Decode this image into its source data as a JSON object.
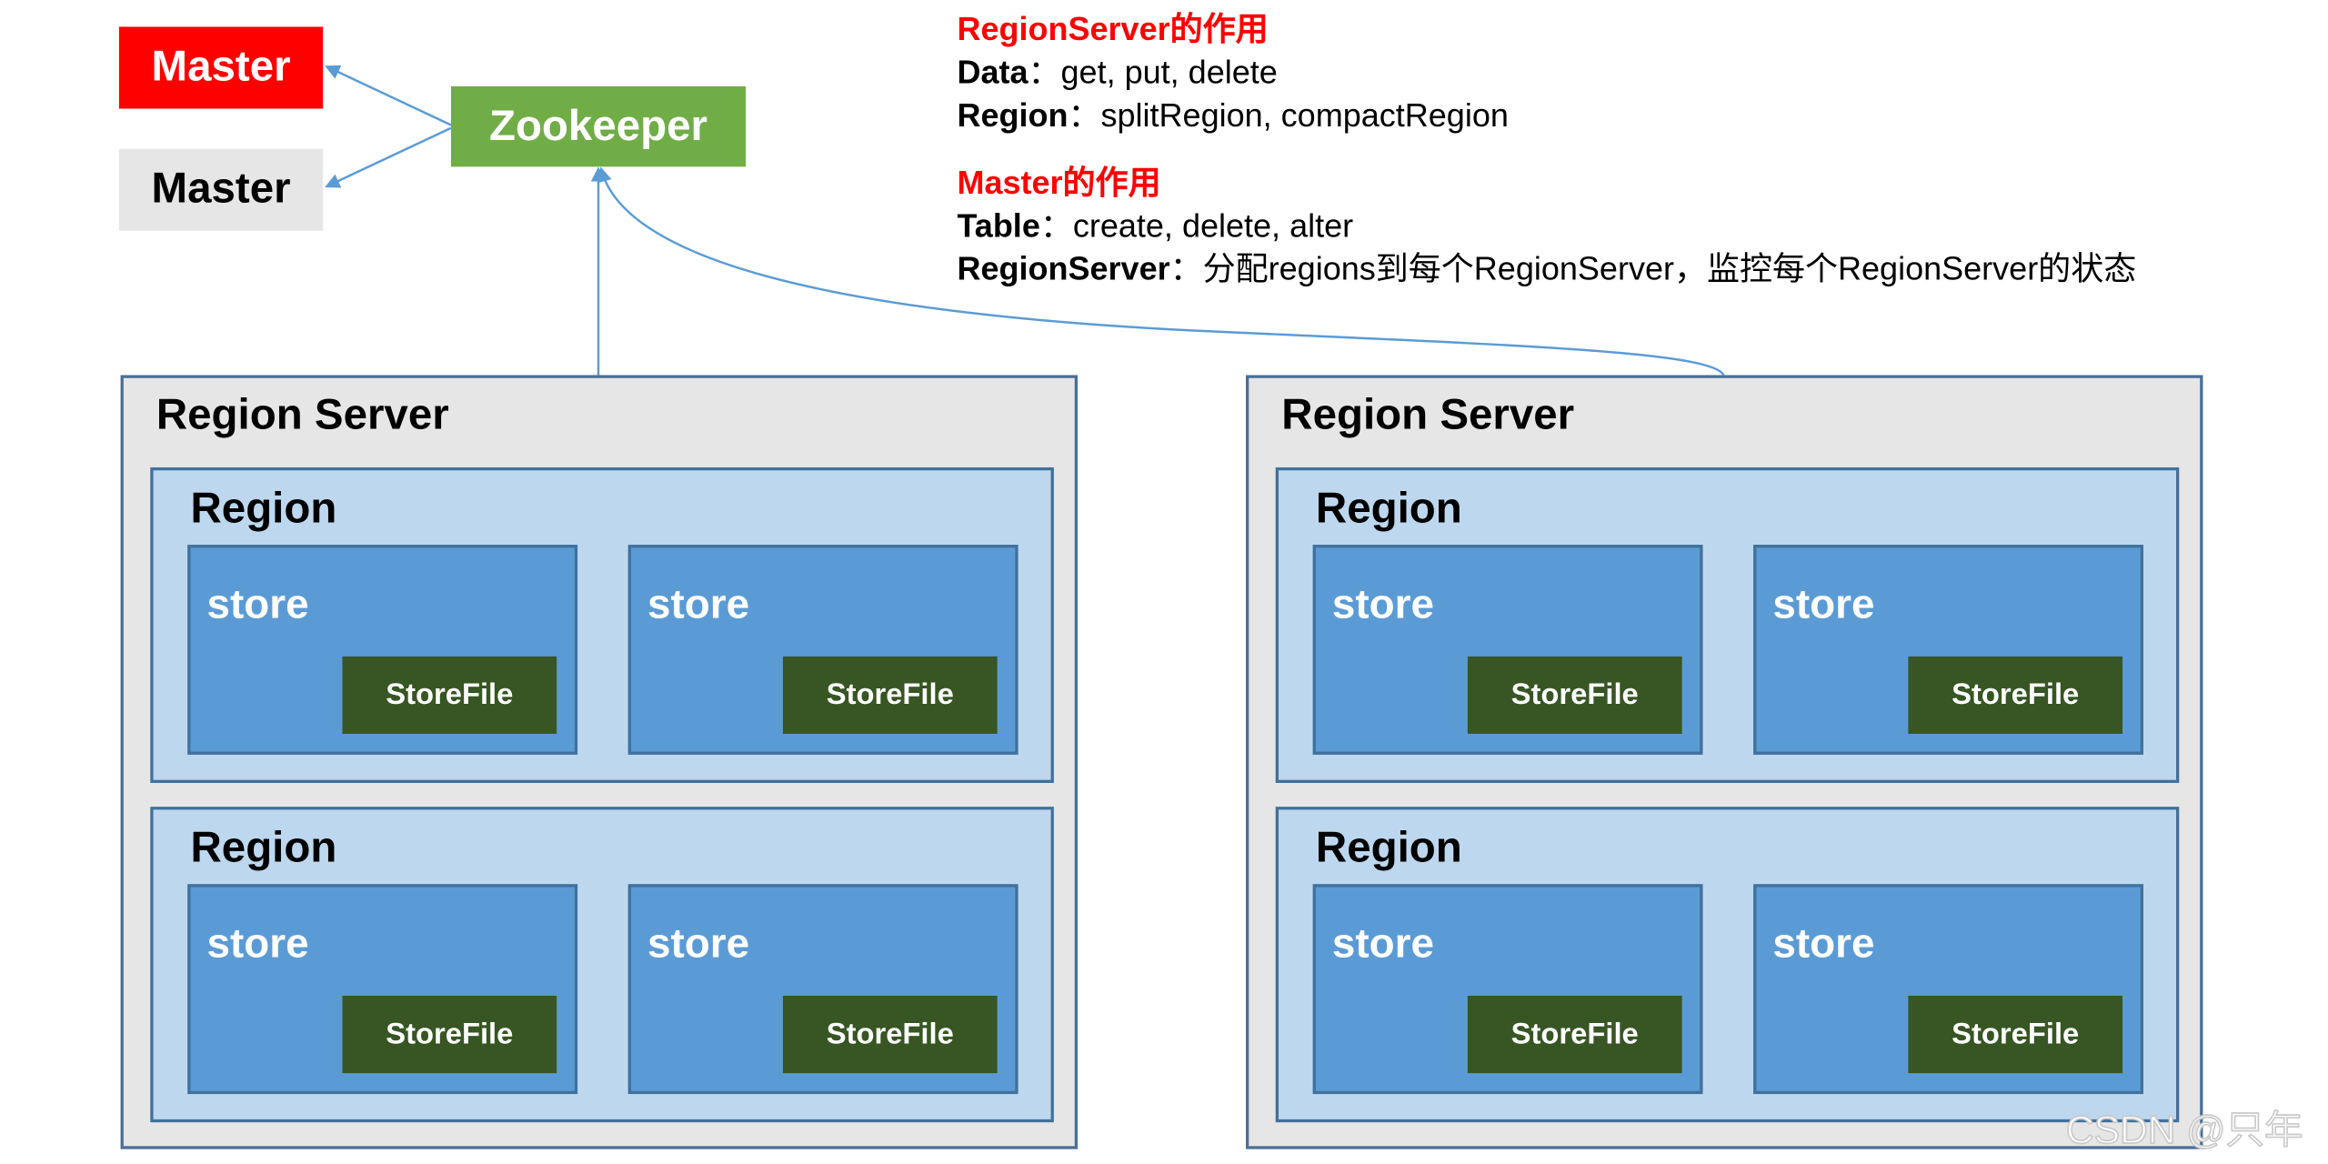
{
  "masters": [
    {
      "label": "Master",
      "state": "active",
      "color": "#ff0000"
    },
    {
      "label": "Master",
      "state": "standby",
      "color": "#e6e6e6"
    }
  ],
  "zookeeper": {
    "label": "Zookeeper",
    "color": "#70ad47"
  },
  "notes": {
    "regionserver_heading": "RegionServer的作用",
    "data_key": "Data",
    "data_value": "：get, put, delete",
    "region_key": "Region",
    "region_value": "：splitRegion, compactRegion",
    "master_heading": "Master的作用",
    "table_key": "Table",
    "table_value": "：create, delete, alter",
    "rs_key": "RegionServer",
    "rs_value": "：分配regions到每个RegionServer，监控每个RegionServer的状态"
  },
  "region_servers": [
    {
      "title": "Region Server",
      "regions": [
        {
          "title": "Region",
          "stores": [
            {
              "label": "store",
              "file": "StoreFile"
            },
            {
              "label": "store",
              "file": "StoreFile"
            }
          ]
        },
        {
          "title": "Region",
          "stores": [
            {
              "label": "store",
              "file": "StoreFile"
            },
            {
              "label": "store",
              "file": "StoreFile"
            }
          ]
        }
      ]
    },
    {
      "title": "Region Server",
      "regions": [
        {
          "title": "Region",
          "stores": [
            {
              "label": "store",
              "file": "StoreFile"
            },
            {
              "label": "store",
              "file": "StoreFile"
            }
          ]
        },
        {
          "title": "Region",
          "stores": [
            {
              "label": "store",
              "file": "StoreFile"
            },
            {
              "label": "store",
              "file": "StoreFile"
            }
          ]
        }
      ]
    }
  ],
  "watermark": "CSDN @只年",
  "colors": {
    "arrow": "#5b9bd5",
    "region_server_bg": "#e6e6e6",
    "region_bg": "#bdd7ee",
    "store_bg": "#5b9bd5",
    "storefile_bg": "#375623",
    "note_heading": "#ff0000"
  }
}
